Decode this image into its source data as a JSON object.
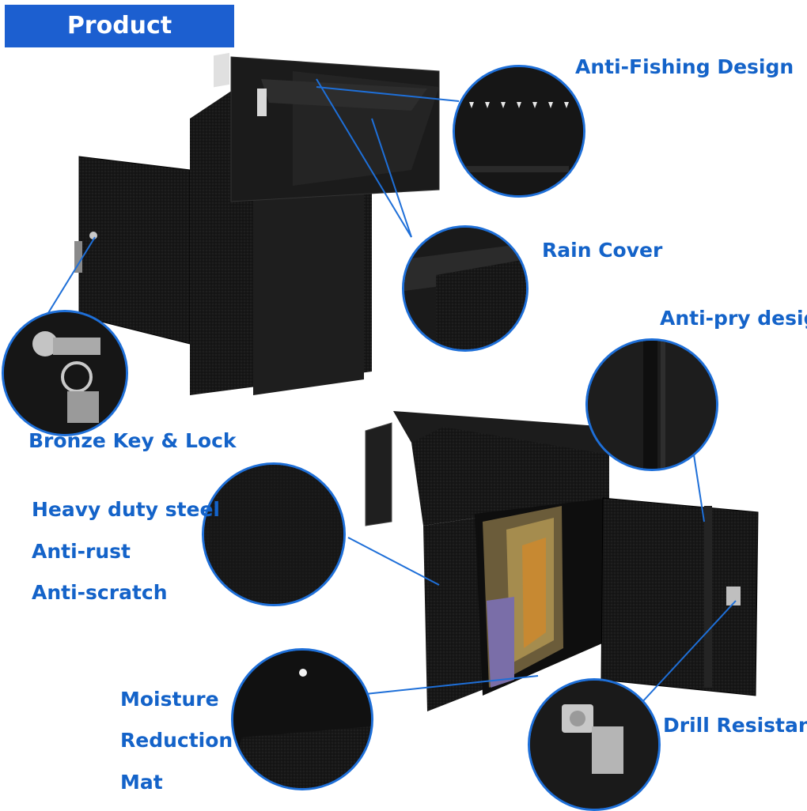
{
  "title": "Product Features",
  "labels": {
    "anti_fishing": "Anti-Fishing Design",
    "rain_cover": "Rain Cover",
    "anti_pry": "Anti-pry design",
    "bronze_key": "Bronze Key & Lock",
    "heavy_duty": "Heavy duty steel",
    "anti_rust": "Anti-rust",
    "anti_scratch": "Anti-scratch",
    "moisture": "Moisture",
    "reduction": "Reduction",
    "mat": "Mat",
    "drill": "Drill Resistant"
  },
  "colors": {
    "accent": "#1c5fd0",
    "label_text": "#1463c9",
    "steel": "#151515"
  }
}
